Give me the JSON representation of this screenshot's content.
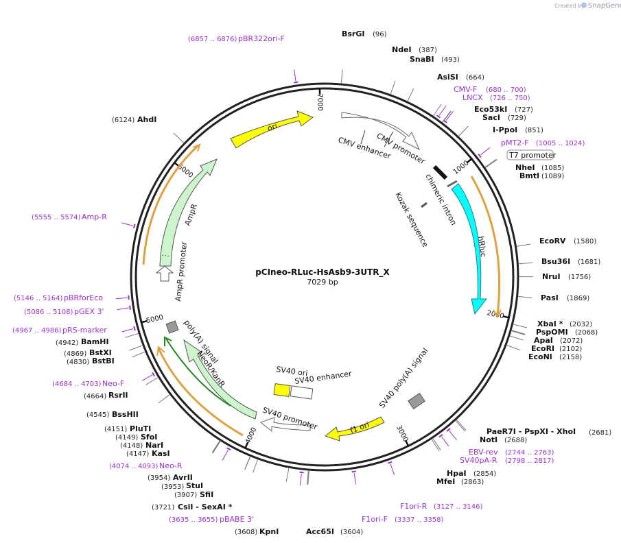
{
  "credit": {
    "prefix": "Created by",
    "brand": "SnapGene"
  },
  "plasmid": {
    "name": "pCIneo-RLuc-HsAsb9-3UTR_X",
    "length_label": "7029 bp",
    "length": 7029
  },
  "ticks": [
    {
      "pos": 1000,
      "label": "1000"
    },
    {
      "pos": 2000,
      "label": "2000"
    },
    {
      "pos": 3000,
      "label": "3000"
    },
    {
      "pos": 4000,
      "label": "4000"
    },
    {
      "pos": 5000,
      "label": "5000"
    },
    {
      "pos": 6000,
      "label": "6000"
    },
    {
      "pos": 7000,
      "label": "7000"
    }
  ],
  "sites": [
    {
      "name": "BsrGI",
      "pos": "(96)",
      "bp": 96
    },
    {
      "name": "NdeI",
      "pos": "(387)",
      "bp": 387
    },
    {
      "name": "SnaBI",
      "pos": "(493)",
      "bp": 493
    },
    {
      "name": "AsiSI",
      "pos": "(664)",
      "bp": 664
    },
    {
      "name": "Eco53kI",
      "pos": "(727)",
      "bp": 727
    },
    {
      "name": "SacI",
      "pos": "(729)",
      "bp": 729
    },
    {
      "name": "I-PpoI",
      "pos": "(851)",
      "bp": 851
    },
    {
      "name": "NheI",
      "pos": "(1085)",
      "bp": 1085
    },
    {
      "name": "BmtI",
      "pos": "(1089)",
      "bp": 1089
    },
    {
      "name": "EcoRV",
      "pos": "(1580)",
      "bp": 1580
    },
    {
      "name": "Bsu36I",
      "pos": "(1681)",
      "bp": 1681
    },
    {
      "name": "NruI",
      "pos": "(1756)",
      "bp": 1756
    },
    {
      "name": "PasI",
      "pos": "(1869)",
      "bp": 1869
    },
    {
      "name": "XbaI *",
      "pos": "(2032)",
      "bp": 2032
    },
    {
      "name": "PspOMI",
      "pos": "(2068)",
      "bp": 2068
    },
    {
      "name": "ApaI",
      "pos": "(2072)",
      "bp": 2072
    },
    {
      "name": "EcoRI",
      "pos": "(2102)",
      "bp": 2102
    },
    {
      "name": "EcoNI",
      "pos": "(2158)",
      "bp": 2158
    },
    {
      "name": "PaeR7I - PspXI - XhoI",
      "pos": "(2681)",
      "bp": 2681
    },
    {
      "name": "NotI",
      "pos": "(2688)",
      "bp": 2688
    },
    {
      "name": "HpaI",
      "pos": "(2854)",
      "bp": 2854
    },
    {
      "name": "MfeI",
      "pos": "(2863)",
      "bp": 2863
    },
    {
      "name": "Acc65I",
      "pos": "(3604)",
      "bp": 3604
    },
    {
      "name": "KpnI",
      "pos": "(3608)",
      "bp": 3608
    },
    {
      "name": "CsiI - SexAI *",
      "pos": "(3721)",
      "bp": 3721
    },
    {
      "name": "SfiI",
      "pos": "(3907)",
      "bp": 3907
    },
    {
      "name": "StuI",
      "pos": "(3953)",
      "bp": 3953
    },
    {
      "name": "AvrII",
      "pos": "(3954)",
      "bp": 3954
    },
    {
      "name": "KasI",
      "pos": "(4147)",
      "bp": 4147
    },
    {
      "name": "NarI",
      "pos": "(4148)",
      "bp": 4148
    },
    {
      "name": "SfoI",
      "pos": "(4149)",
      "bp": 4149
    },
    {
      "name": "PluTI",
      "pos": "(4151)",
      "bp": 4151
    },
    {
      "name": "BssHII",
      "pos": "(4545)",
      "bp": 4545
    },
    {
      "name": "RsrII",
      "pos": "(4664)",
      "bp": 4664
    },
    {
      "name": "BstBI",
      "pos": "(4830)",
      "bp": 4830
    },
    {
      "name": "BstXI",
      "pos": "(4869)",
      "bp": 4869
    },
    {
      "name": "BamHI",
      "pos": "(4942)",
      "bp": 4942
    },
    {
      "name": "AhdI",
      "pos": "(6124)",
      "bp": 6124
    }
  ],
  "primers": [
    {
      "name": "pBR322ori-F",
      "pos": "(6857 .. 6876)",
      "bp": 6866
    },
    {
      "name": "CMV-F",
      "pos": "(680 .. 700)",
      "bp": 690
    },
    {
      "name": "LNCX",
      "pos": "(726 .. 750)",
      "bp": 738
    },
    {
      "name": "pMT2-F",
      "pos": "(1005 .. 1024)",
      "bp": 1014
    },
    {
      "name": "EBV-rev",
      "pos": "(2744 .. 2763)",
      "bp": 2753
    },
    {
      "name": "SV40pA-R",
      "pos": "(2798 .. 2817)",
      "bp": 2807
    },
    {
      "name": "F1ori-R",
      "pos": "(3127 .. 3146)",
      "bp": 3136
    },
    {
      "name": "F1ori-F",
      "pos": "(3337 .. 3358)",
      "bp": 3347
    },
    {
      "name": "pBABE 3'",
      "pos": "(3635 .. 3655)",
      "bp": 3645
    },
    {
      "name": "Neo-R",
      "pos": "(4074 .. 4093)",
      "bp": 4083
    },
    {
      "name": "Neo-F",
      "pos": "(4684 .. 4703)",
      "bp": 4693
    },
    {
      "name": "pRS-marker",
      "pos": "(4967 .. 4986)",
      "bp": 4976
    },
    {
      "name": "pGEX 3'",
      "pos": "(5086 .. 5108)",
      "bp": 5097
    },
    {
      "name": "pBRforEco",
      "pos": "(5146 .. 5164)",
      "bp": 5155
    },
    {
      "name": "Amp-R",
      "pos": "(5555 .. 5574)",
      "bp": 5564
    }
  ],
  "features": [
    {
      "label": "ori"
    },
    {
      "label": "CMV enhancer"
    },
    {
      "label": "CMV promoter"
    },
    {
      "label": "T7 promoter"
    },
    {
      "label": "chimeric intron"
    },
    {
      "label": "Kozak sequence"
    },
    {
      "label": "hRluc"
    },
    {
      "label": "SV40 poly(A) signal"
    },
    {
      "label": "f1 ori"
    },
    {
      "label": "SV40 ori"
    },
    {
      "label": "SV40 enhancer"
    },
    {
      "label": "SV40 promoter"
    },
    {
      "label": "NeoR/KanR"
    },
    {
      "label": "poly(A) signal"
    },
    {
      "label": "AmpR"
    },
    {
      "label": "AmpR promoter"
    }
  ],
  "colors": {
    "backbone": "#222222",
    "primer": "#9a30cc",
    "ori": "#ffff00",
    "promoter": "#ffffff",
    "hrluc": "#00ffff",
    "resistance": "#ccf5cc",
    "polya": "#999999",
    "orf": "#e0a040"
  }
}
